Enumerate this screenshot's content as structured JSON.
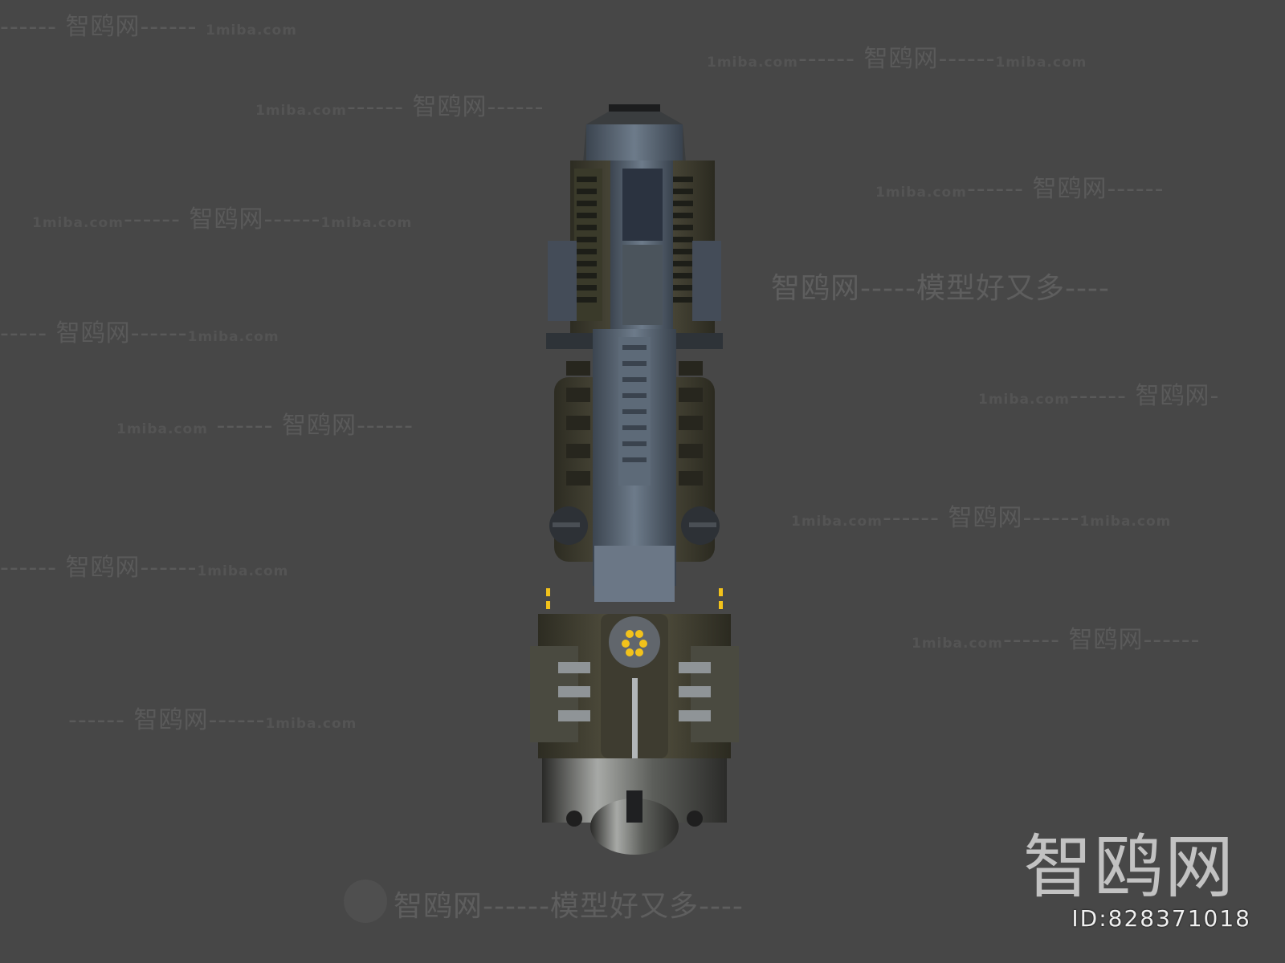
{
  "scene": {
    "description": "3D render of a sci-fi mechanical cylinder / engine module on grey background",
    "background_color": "#474747",
    "accent_lights_color": "#f2c21b"
  },
  "watermarks": {
    "site": "1miba.com",
    "brand": "智鸥网",
    "slogan": "智鸥网------模型好又多----",
    "row_text": "------ 智鸥网------ 1miba.com"
  },
  "brand_logo": {
    "text": "智鸥网",
    "id_label": "ID:828371018"
  }
}
